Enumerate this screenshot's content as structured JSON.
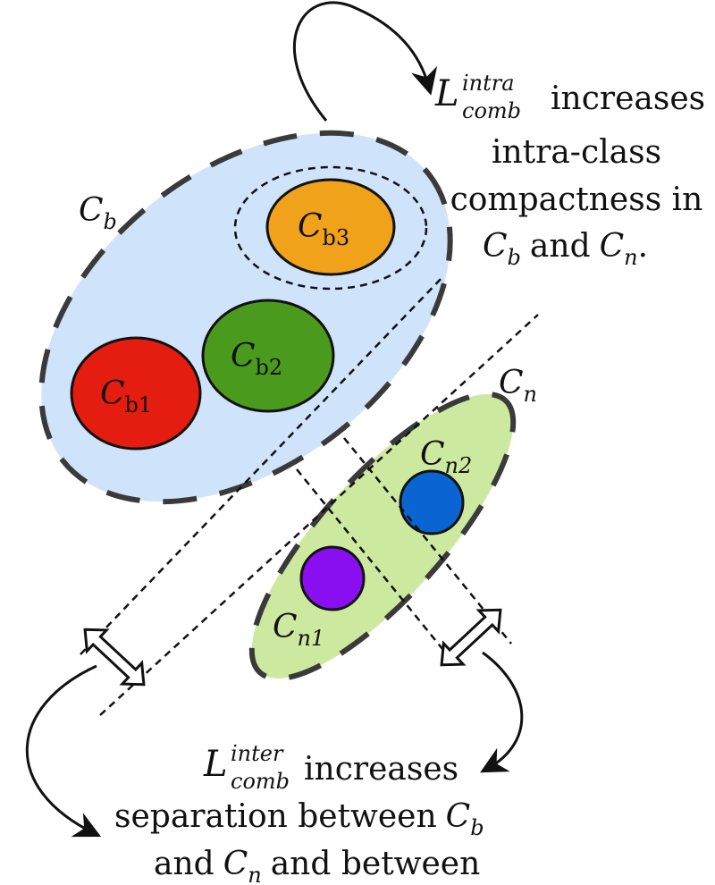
{
  "colors": {
    "cb_fill": "#cfe3fa",
    "cn_fill": "#cde9a0",
    "cb1_fill": "#e51c10",
    "cb2_fill": "#4a9a1d",
    "cb3_fill": "#f0a21a",
    "cn1_fill": "#8a0ff0",
    "cn2_fill": "#0a64d2",
    "boundary": "#3a3a3a"
  },
  "labels": {
    "cb": {
      "main": "C",
      "sub": "b"
    },
    "cn": {
      "main": "C",
      "sub": "n"
    },
    "cb1": {
      "main": "C",
      "sub": "b1"
    },
    "cb2": {
      "main": "C",
      "sub": "b2"
    },
    "cb3": {
      "main": "C",
      "sub": "b3"
    },
    "cn1": {
      "main": "C",
      "sub": "n1"
    },
    "cn2": {
      "main": "C",
      "sub": "n2"
    }
  },
  "intra_annotation": {
    "symbol": "L",
    "superscript": "intra",
    "subscript": "comb",
    "line1_rest": "increases",
    "line2": "intra-class",
    "line3": "compactness in",
    "line4_c1": "C",
    "line4_c1_sub": "b",
    "line4_and": "and",
    "line4_c2": "C",
    "line4_c2_sub": "n",
    "line4_end": "."
  },
  "inter_annotation": {
    "symbol": "L",
    "superscript": "inter",
    "subscript": "comb",
    "line1_rest": "increases",
    "line2_text": "separation between",
    "line2_c": "C",
    "line2_c_sub": "b",
    "line3_and": "and",
    "line3_c": "C",
    "line3_c_sub": "n",
    "line3_rest": "and between"
  }
}
